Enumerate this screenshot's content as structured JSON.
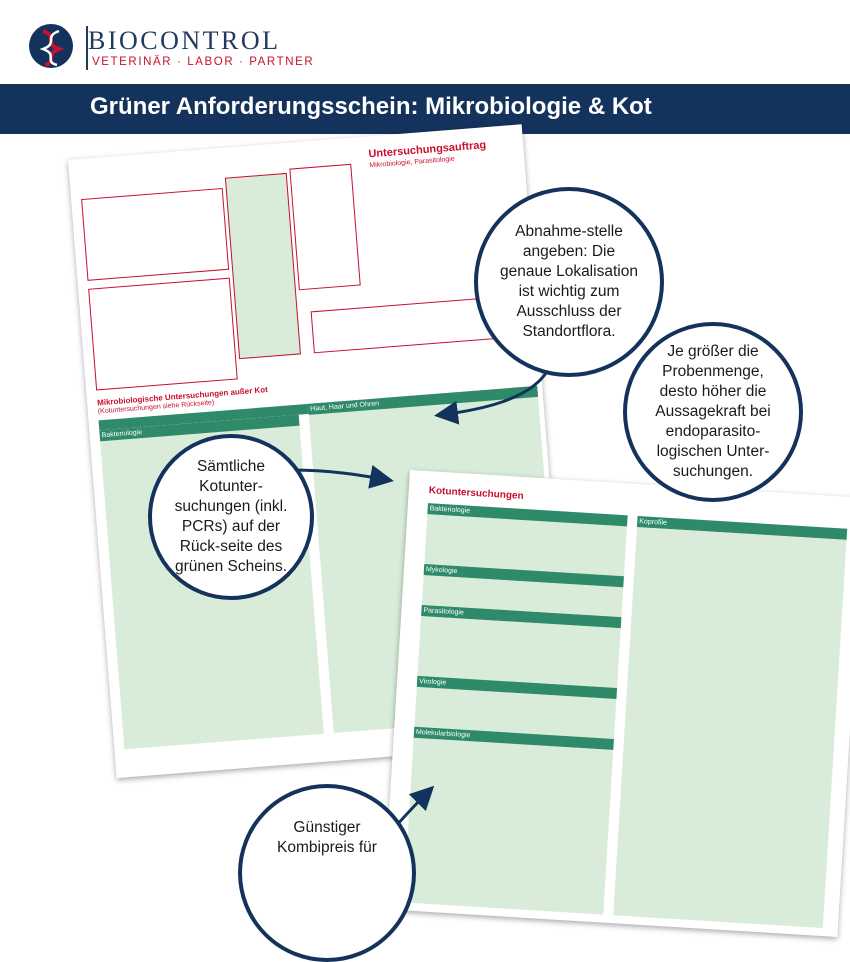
{
  "brand": {
    "name": "BIOCONTROL",
    "tagline": "VETERINÄR · LABOR · PARTNER",
    "primary_color": "#14335c",
    "accent_color": "#c8102e",
    "form_green": "#2f8a6a"
  },
  "banner": {
    "title": "Grüner Anforderungsschein: Mikrobiologie & Kot"
  },
  "form_front": {
    "title": "Untersuchungsauftrag",
    "subtitle": "Mikrobiologie, Parasitologie",
    "section_main": "Mikrobiologische Untersuchungen außer Kot",
    "section_main_note": "(Kotuntersuchungen siehe Rückseite)",
    "col_bakteriologie": "Bakteriologie",
    "col_haut": "Haut, Haar und Ohren"
  },
  "form_back": {
    "title": "Kotuntersuchungen",
    "col_left": "Bakteriologie",
    "col_right": "Koprofile",
    "sec_mykologie": "Mykologie",
    "sec_parasitologie": "Parasitologie",
    "sec_virologie": "Virologie",
    "sec_molekular": "Molekularbiologie"
  },
  "callouts": [
    {
      "text": "Abnahme-stelle angeben: Die genaue Lokalisation ist wichtig zum Ausschluss der Standortflora."
    },
    {
      "text": "Je größer die Probenmenge, desto höher die Aussagekraft bei endoparasito-logischen Unter-suchungen."
    },
    {
      "text": "Sämtliche Kotunter-suchungen (inkl. PCRs) auf der Rück-seite des grünen Scheins."
    },
    {
      "text": "Günstiger Kombipreis für"
    }
  ]
}
